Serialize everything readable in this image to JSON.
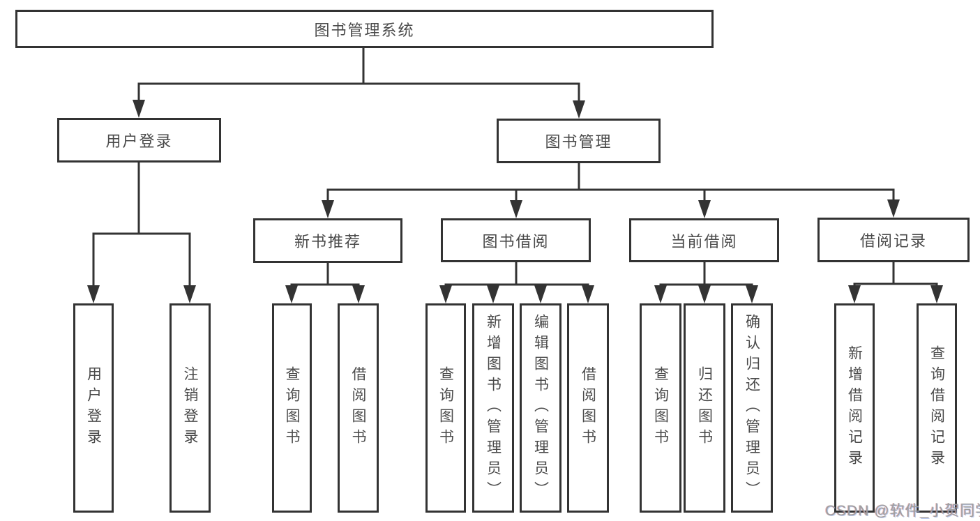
{
  "diagram": {
    "type": "hierarchy-tree",
    "colors": {
      "line": "#333333",
      "box_border": "#333333",
      "box_fill": "#ffffff",
      "text": "#4a4a4a",
      "background": "#ffffff",
      "watermark": "#9e9e9e"
    },
    "nodes": {
      "root": "图书管理系统",
      "user_login": "用户登录",
      "book_management": "图书管理",
      "new_book_rec": "新书推荐",
      "book_borrowing": "图书借阅",
      "current_borrowing": "当前借阅",
      "borrowing_records": "借阅记录",
      "leaf_user_login": "用户登录",
      "leaf_logout": "注销登录",
      "leaf_nbr_query_books": "查询图书",
      "leaf_nbr_borrow_books": "借阅图书",
      "leaf_bb_query_books": "查询图书",
      "leaf_bb_add_books": "新增图书（管理员）",
      "leaf_bb_edit_books": "编辑图书（管理员）",
      "leaf_bb_borrow_books": "借阅图书",
      "leaf_cb_query_books": "查询图书",
      "leaf_cb_return_books": "归还图书",
      "leaf_cb_confirm_return": "确认归还（管理员）",
      "leaf_br_add_record": "新增借阅记录",
      "leaf_br_query_record": "查询借阅记录"
    },
    "hierarchy": {
      "图书管理系统": {
        "用户登录": [
          "用户登录",
          "注销登录"
        ],
        "图书管理": {
          "新书推荐": [
            "查询图书",
            "借阅图书"
          ],
          "图书借阅": [
            "查询图书",
            "新增图书（管理员）",
            "编辑图书（管理员）",
            "借阅图书"
          ],
          "当前借阅": [
            "查询图书",
            "归还图书",
            "确认归还（管理员）"
          ],
          "借阅记录": [
            "新增借阅记录",
            "查询借阅记录"
          ]
        }
      }
    },
    "watermark": "CSDN @软件_小贺同学"
  }
}
